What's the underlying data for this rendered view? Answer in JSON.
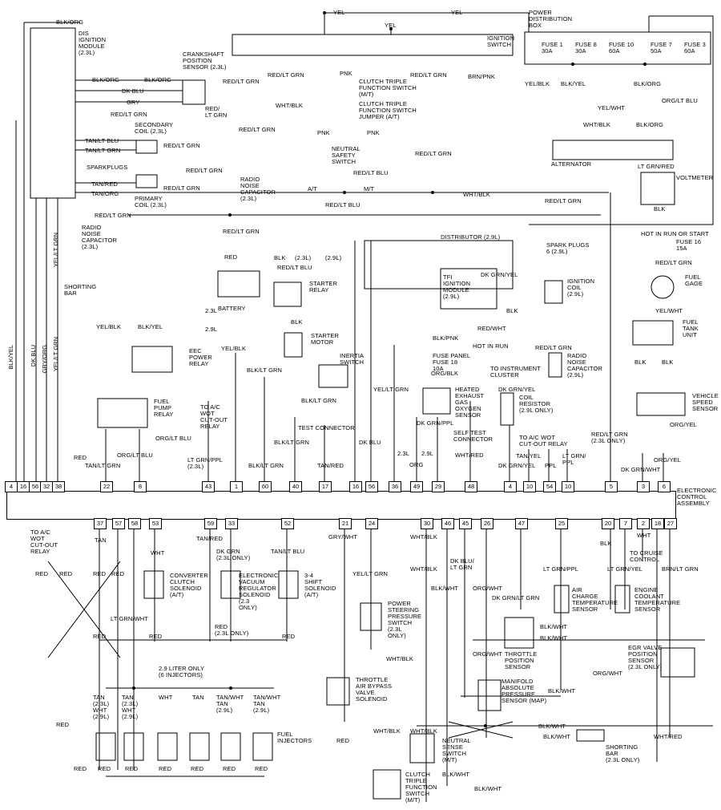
{
  "top": {
    "yel_left": "YEL",
    "yel_right": "YEL",
    "yel_center": "YEL",
    "blk_org_top": "BLK/ORG"
  },
  "components": {
    "dis_module": "DIS\nIGNITION\nMODULE\n(2.3L)",
    "crankshaft_sensor": "CRANKSHAFT\nPOSITION\nSENSOR (2.3L)",
    "ignition_switch": "IGNITION\nSWITCH",
    "power_dist_box": "POWER\nDISTRIBUTION\nBOX",
    "fuses": [
      "FUSE 1\n30A",
      "FUSE 8\n30A",
      "FUSE 10\n60A",
      "FUSE 7\n50A",
      "FUSE 3\n60A"
    ],
    "clutch_triple_mt": "CLUTCH TRIPLE\nFUNCTION SWITCH\n(M/T)",
    "clutch_jumper_at": "CLUTCH TRIPLE\nFUNCTION SWITCH\nJUMPER (A/T)",
    "neutral_safety": "NEUTRAL\nSAFETY\nSWITCH",
    "secondary_coil": "SECONDARY\nCOIL (2.3L)",
    "sparkplugs": "SPARKPLUGS",
    "primary_coil": "PRIMARY\nCOIL (2.3L)",
    "radio_cap_1": "RADIO\nNOISE\nCAPACITOR\n(2.3L)",
    "radio_cap_2": "RADIO\nNOISE\nCAPACITOR\n(2.3L)",
    "alternator": "ALTERNATOR",
    "voltmeter": "VOLTMETER",
    "shorting_bar": "SHORTING\nBAR",
    "battery": "BATTERY",
    "starter_relay": "STARTER\nRELAY",
    "distributor": "DISTRIBUTOR (2.9L)",
    "spark_plugs_29": "SPARK PLUGS\n6 (2.9L)",
    "tfi_module": "TFI\nIGNITION\nMODULE\n(2.9L)",
    "ignition_coil_29": "IGNITION\nCOIL\n(2.9L)",
    "hot_in_run_start": "HOT IN RUN OR START",
    "fuse16": "FUSE 16\n15A",
    "fuel_gage": "FUEL\nGAGE",
    "fuel_tank_unit": "FUEL\nTANK\nUNIT",
    "starter_motor": "STARTER\nMOTOR",
    "eec_power_relay": "EEC\nPOWER\nRELAY",
    "inertia_switch": "INERTIA\nSWITCH",
    "hot_in_run": "HOT IN RUN",
    "fuse_panel": "FUSE PANEL\nFUSE 18\n10A",
    "radio_cap_29": "RADIO\nNOISE\nCAPACITOR\n(2.9L)",
    "fuel_pump_relay": "FUEL\nPUMP\nRELAY",
    "ac_wot_relay": "TO A/C\nWOT\nCUT-OUT\nRELAY",
    "test_connector": "TEST CONNECTOR",
    "hego": "HEATED\nEXHAUST\nGAS\nOXYGEN\nSENSOR",
    "instrument_cluster": "TO INSTRUMENT\nCLUSTER",
    "coil_resistor": "COIL\nRESISTOR\n(2.9L ONLY)",
    "vss": "VEHICLE\nSPEED\nSENSOR",
    "self_test": "SELF TEST\nCONNECTOR",
    "ac_wot_relay_2": "TO A/C WOT\nCUT-OUT RELAY",
    "ecu": "ELECTRONIC\nCONTROL\nASSEMBLY",
    "ac_wot_left": "TO A/C\nWOT\nCUT-OUT\nRELAY",
    "converter_clutch": "CONVERTER\nCLUTCH\nSOLENOID\n(A/T)",
    "evr_solenoid": "ELECTRONIC\nVACUUM\nREGULATOR\nSOLENOID\n(2.3\nONLY)",
    "shift_34": "3-4\nSHIFT\nSOLENOID\n(A/T)",
    "ps_pressure": "POWER\nSTEERING\nPRESSURE\nSWITCH\n(2.3L\nONLY)",
    "cruise": "TO CRUISE\nCONTROL",
    "act": "AIR\nCHARGE\nTEMPERATURE\nSENSOR",
    "ect": "ENGINE\nCOOLANT\nTEMPERATURE\nSENSOR",
    "tps": "THROTTLE\nPOSITION\nSENSOR",
    "egr": "EGR VALVE\nPOSITION\nSENSOR\n(2.3L ONLY)",
    "injectors_title": "2.9 LITER ONLY\n(6 INJECTORS)",
    "fuel_injectors": "FUEL\nINJECTORS",
    "tab": "THROTTLE\nAIR BYPASS\nVALVE\nSOLENOID",
    "map": "MANIFOLD\nABSOLUTE\nPRESSURE\nSENSOR (MAP)",
    "neutral_sense": "NEUTRAL\nSENSE\nSWITCH\n(M/T)",
    "shorting_bar_2": "SHORTING\nBAR\n(2.3L ONLY)",
    "clutch_triple_bottom": "CLUTCH\nTRIPLE\nFUNCTION\nSWITCH\n(M/T)"
  },
  "wires": {
    "blk_org_1": "BLK/ORG",
    "blk_org_2": "BLK/ORG",
    "dk_blu": "DK BLU",
    "gry": "GRY",
    "red_ltgrn_dis": "RED/LT GRN",
    "red_ltgrn_crank": "RED/\nLT GRN",
    "tan_ltblu": "TAN/LT BLU",
    "tan_ltgrn": "TAN/LT GRN",
    "tan_red": "TAN/RED",
    "tan_org": "TAN/ORG",
    "red_ltgrn_a": "RED/LT GRN",
    "red_ltgrn_b": "RED/LT GRN",
    "red_ltgrn_c": "RED/LT GRN",
    "red_ltgrn_d": "RED/LT GRN",
    "red_ltgrn_e": "RED/LT GRN",
    "red_ltgrn_f": "RED/LT GRN",
    "pnk_1": "PNK",
    "pnk_2": "PNK",
    "pnk_3": "PNK",
    "wht_blk": "WHT/BLK",
    "red_ltblu_1": "RED/LT BLU",
    "red_ltblu_2": "RED/LT BLU",
    "at": "A/T",
    "mt": "M/T",
    "brn_pnk": "BRN/PNK",
    "yel_blk_pdb": "YEL/BLK",
    "blk_yel_pdb": "BLK/YEL",
    "blk_org_pdb": "BLK/ORG",
    "org_ltblu": "ORG/LT BLU",
    "yel_wht": "YEL/WHT",
    "wht_blk_alt": "WHT/BLK",
    "blk_org_alt": "BLK/ORG",
    "ltgrn_red": "LT GRN/RED",
    "blk_volt": "BLK",
    "wht_blk_main": "WHT/BLK",
    "red_ltgrn_main": "RED/LT GRN",
    "red_ltgrn_cap": "RED/LT GRN",
    "red_batt": "RED",
    "blk_batt": "BLK",
    "red_ltblu_batt": "RED/LT BLU",
    "red_ltgrn_batt": "RED/LT GRN",
    "l23": "(2.3L)",
    "l29": "(2.9L)",
    "yel_ltgrn_v": "YEL/LT GRN",
    "yel_blk_v": "YEL/BLK",
    "blk_yel_v": "BLK/YEL",
    "l23b": "2.3L",
    "l29b": "2.9L",
    "blk_starter": "BLK",
    "yel_blk_eec": "YEL/BLK",
    "red_ltgrn_mid": "RED/LT GRN",
    "blk_pnk": "BLK/PNK",
    "blk_ltgrn": "BLK/LT GRN",
    "blk_ltgrn_2": "BLK/LT GRN",
    "blk_ign": "BLK",
    "dkgrn_yel": "DK GRN/YEL",
    "red_wht": "RED/WHT",
    "red_ltgrn_gage": "RED/LT GRN",
    "blk_fuel": "BLK",
    "yel_wht_fuel": "YEL/WHT",
    "blk_f1": "BLK",
    "blk_f2": "BLK",
    "red_ltgrn_rad": "RED/LT GRN",
    "org_blk": "ORG/BLK",
    "yel_ltgrn_2": "YEL/LT GRN",
    "dkgrn_yel_2": "DK GRN/YEL",
    "dkgrn_ppl": "DK GRN/PPL",
    "org": "ORG",
    "l23c": "2.3L",
    "l29c": "2.9L",
    "wht_red": "WHT/RED",
    "dkgrn_wht": "DK GRN/WHT",
    "org_yel": "ORG/YEL",
    "org_yel_2": "ORG/YEL",
    "red_ltgrn_23only": "RED/LT GRN\n(2.3L ONLY)",
    "tan_ltgrn_pin": "TAN/LT GRN",
    "org_ltblu_pin": "ORG/LT BLU",
    "ltgrn_ppl": "LT GRN/PPL\n(2.3L)",
    "tan_red_pin": "TAN/RED",
    "dk_blu_v": "DK BLU",
    "blk_ltgrn_tc": "BLK/LT GRN",
    "red_fp": "RED",
    "org_ltblu_fp": "ORG/LT BLU",
    "blk_ltgrn_tc2": "BLK/LT GRN",
    "dkgrn_yel_pin": "DK GRN/YEL",
    "tan_yel": "TAN/YEL",
    "ppl": "PPL",
    "ltgrn_ppl_pin": "LT GRN/\nPPL",
    "blk_ltgrn_pin": "BLK/LT GRN",
    "tan": "TAN",
    "tan_red_b": "TAN/RED",
    "wht": "WHT",
    "dkgrn_23only": "DK GRN\n(2.3L ONLY)",
    "tan_ltblu_b": "TAN/LT BLU",
    "gry_wht": "GRY/WHT",
    "yel_ltgrn_b": "YEL/LT GRN",
    "wht_blk_b": "WHT/BLK",
    "wht_blk_b2": "WHT/BLK",
    "dkblu_ltgrn": "DK BLU/\nLT GRN",
    "blk_wht_b": "BLK/WHT",
    "org_wht": "ORG/WHT",
    "dkgrn_ltgrn": "DK GRN/LT GRN",
    "ltgrn_ppl_b": "LT GRN/PPL",
    "blk_b": "BLK",
    "wht_b2": "WHT",
    "ltgrn_yel": "LT GRN/YEL",
    "brn_ltgrn": "BRN/LT GRN",
    "red_b1": "RED",
    "red_b2": "RED",
    "red_b3": "RED",
    "red_b4": "RED",
    "ltgrn_wht": "LT GRN/WHT",
    "red_ps": "RED",
    "red_evr": "RED\n(2.3L ONLY)",
    "red_34": "RED",
    "red_b5": "RED",
    "blk_wht_act": "BLK/WHT",
    "blk_wht_tps": "BLK/WHT",
    "org_wht_2": "ORG/WHT",
    "org_wht_3": "ORG/WHT",
    "blk_wht_map": "BLK/WHT",
    "wht_blk_ps": "WHT/BLK",
    "blk_wht_e": "BLK/WHT",
    "blk_wht_e2": "BLK/WHT",
    "wht_red_b": "WHT/RED",
    "wht_blk_ns": "WHT/BLK",
    "wht_blk_ns2": "WHT/BLK",
    "blk_wht_ns": "BLK/WHT",
    "blk_wht_ns2": "BLK/WHT",
    "red_tab": "RED",
    "red_big": "RED",
    "inj_a": "TAN\n(2.3L)\nWHT\n(2.9L)",
    "inj_b": "TAN\n(2.3L)\nWHT\n(2.9L)",
    "inj_c": "WHT",
    "inj_d": "TAN",
    "inj_e": "TAN/WHT\nTAN\n(2.9L)",
    "inj_f": "TAN/WHT\nTAN\n(2.9L)",
    "red_i": "RED",
    "red_i2": "RED",
    "red_i3": "RED",
    "red_i4": "RED",
    "red_i5": "RED",
    "red_i6": "RED",
    "red_left": "RED",
    "red_left2": "RED",
    "red_left3": "RED",
    "v_blk_yel": "BLK/YEL",
    "v_yel_ltgrn": "YEL/LT GRN",
    "v_dkblu": "DK BLU",
    "v_gry_org": "GRY/ORG",
    "v_yel_ltgrn2": "YEL/LT GRN"
  },
  "pins_top": [
    "4",
    "16",
    "56",
    "32",
    "38",
    "22",
    "8",
    "43",
    "1",
    "60",
    "40",
    "17",
    "16",
    "56",
    "36",
    "49",
    "29",
    "48",
    "4",
    "10",
    "54",
    "10",
    "5",
    "3",
    "6"
  ],
  "pins_bottom": [
    "37",
    "57",
    "58",
    "53",
    "59",
    "33",
    "52",
    "21",
    "24",
    "30",
    "46",
    "45",
    "26",
    "47",
    "25",
    "20",
    "7",
    "2",
    "18",
    "27"
  ]
}
